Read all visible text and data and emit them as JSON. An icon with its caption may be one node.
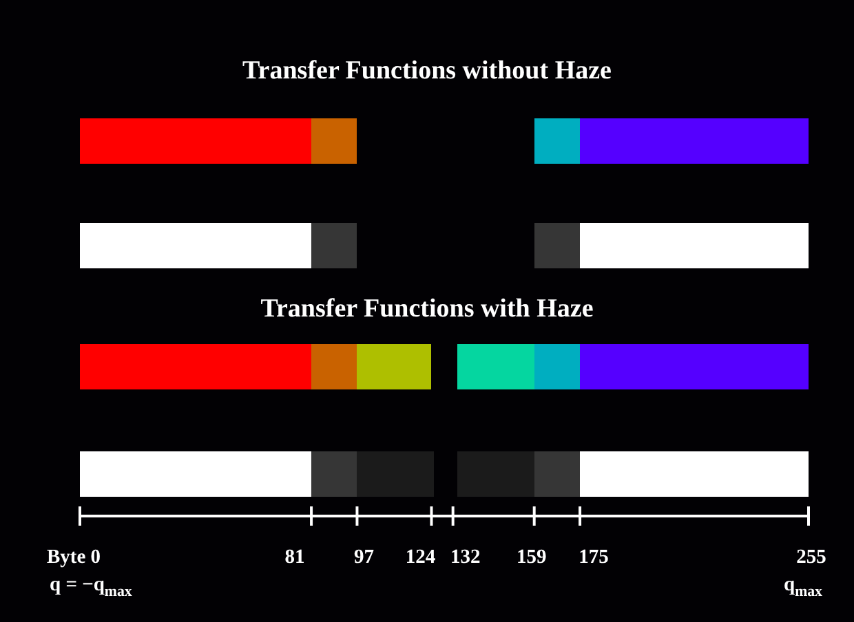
{
  "diagram": {
    "title": "Transfer Functions without Haze",
    "labels": [
      "Transfer Functions with Haze",
      "Byte 0",
      "81",
      "97",
      "124",
      "132",
      "159",
      "175",
      "255",
      "q = −q$_{max}$",
      "q$_{max}$"
    ]
  }
}
